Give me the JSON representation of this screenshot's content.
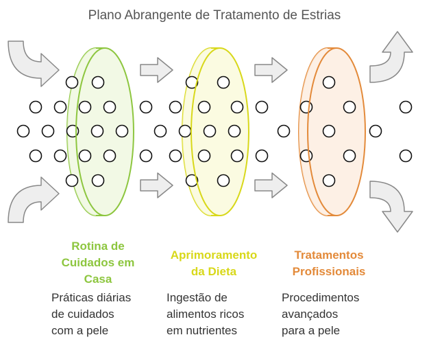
{
  "title": "Plano Abrangente de Tratamento de Estrias",
  "colors": {
    "stage1": "#8DC63F",
    "stage2": "#D8D81A",
    "stage3": "#E38A3A",
    "arrow_fill": "#EEEEEE",
    "arrow_stroke": "#888888",
    "dot_stroke": "#111111"
  },
  "stages": [
    {
      "title_lines": [
        "Rotina de",
        "Cuidados em",
        "Casa"
      ],
      "desc_lines": [
        "Práticas diárias",
        "de cuidados",
        "com a pele"
      ],
      "color": "#8DC63F",
      "fill": "#EEF7DC"
    },
    {
      "title_lines": [
        "Aprimoramento",
        "da Dieta"
      ],
      "desc_lines": [
        "Ingestão de",
        "alimentos ricos",
        "em nutrientes"
      ],
      "color": "#D8D81A",
      "fill": "#FAFAD7"
    },
    {
      "title_lines": [
        "Tratamentos",
        "Profissionais"
      ],
      "desc_lines": [
        "Procedimentos",
        "avançados",
        "para a pele"
      ],
      "color": "#E38A3A",
      "fill": "#FCEBDC"
    }
  ]
}
